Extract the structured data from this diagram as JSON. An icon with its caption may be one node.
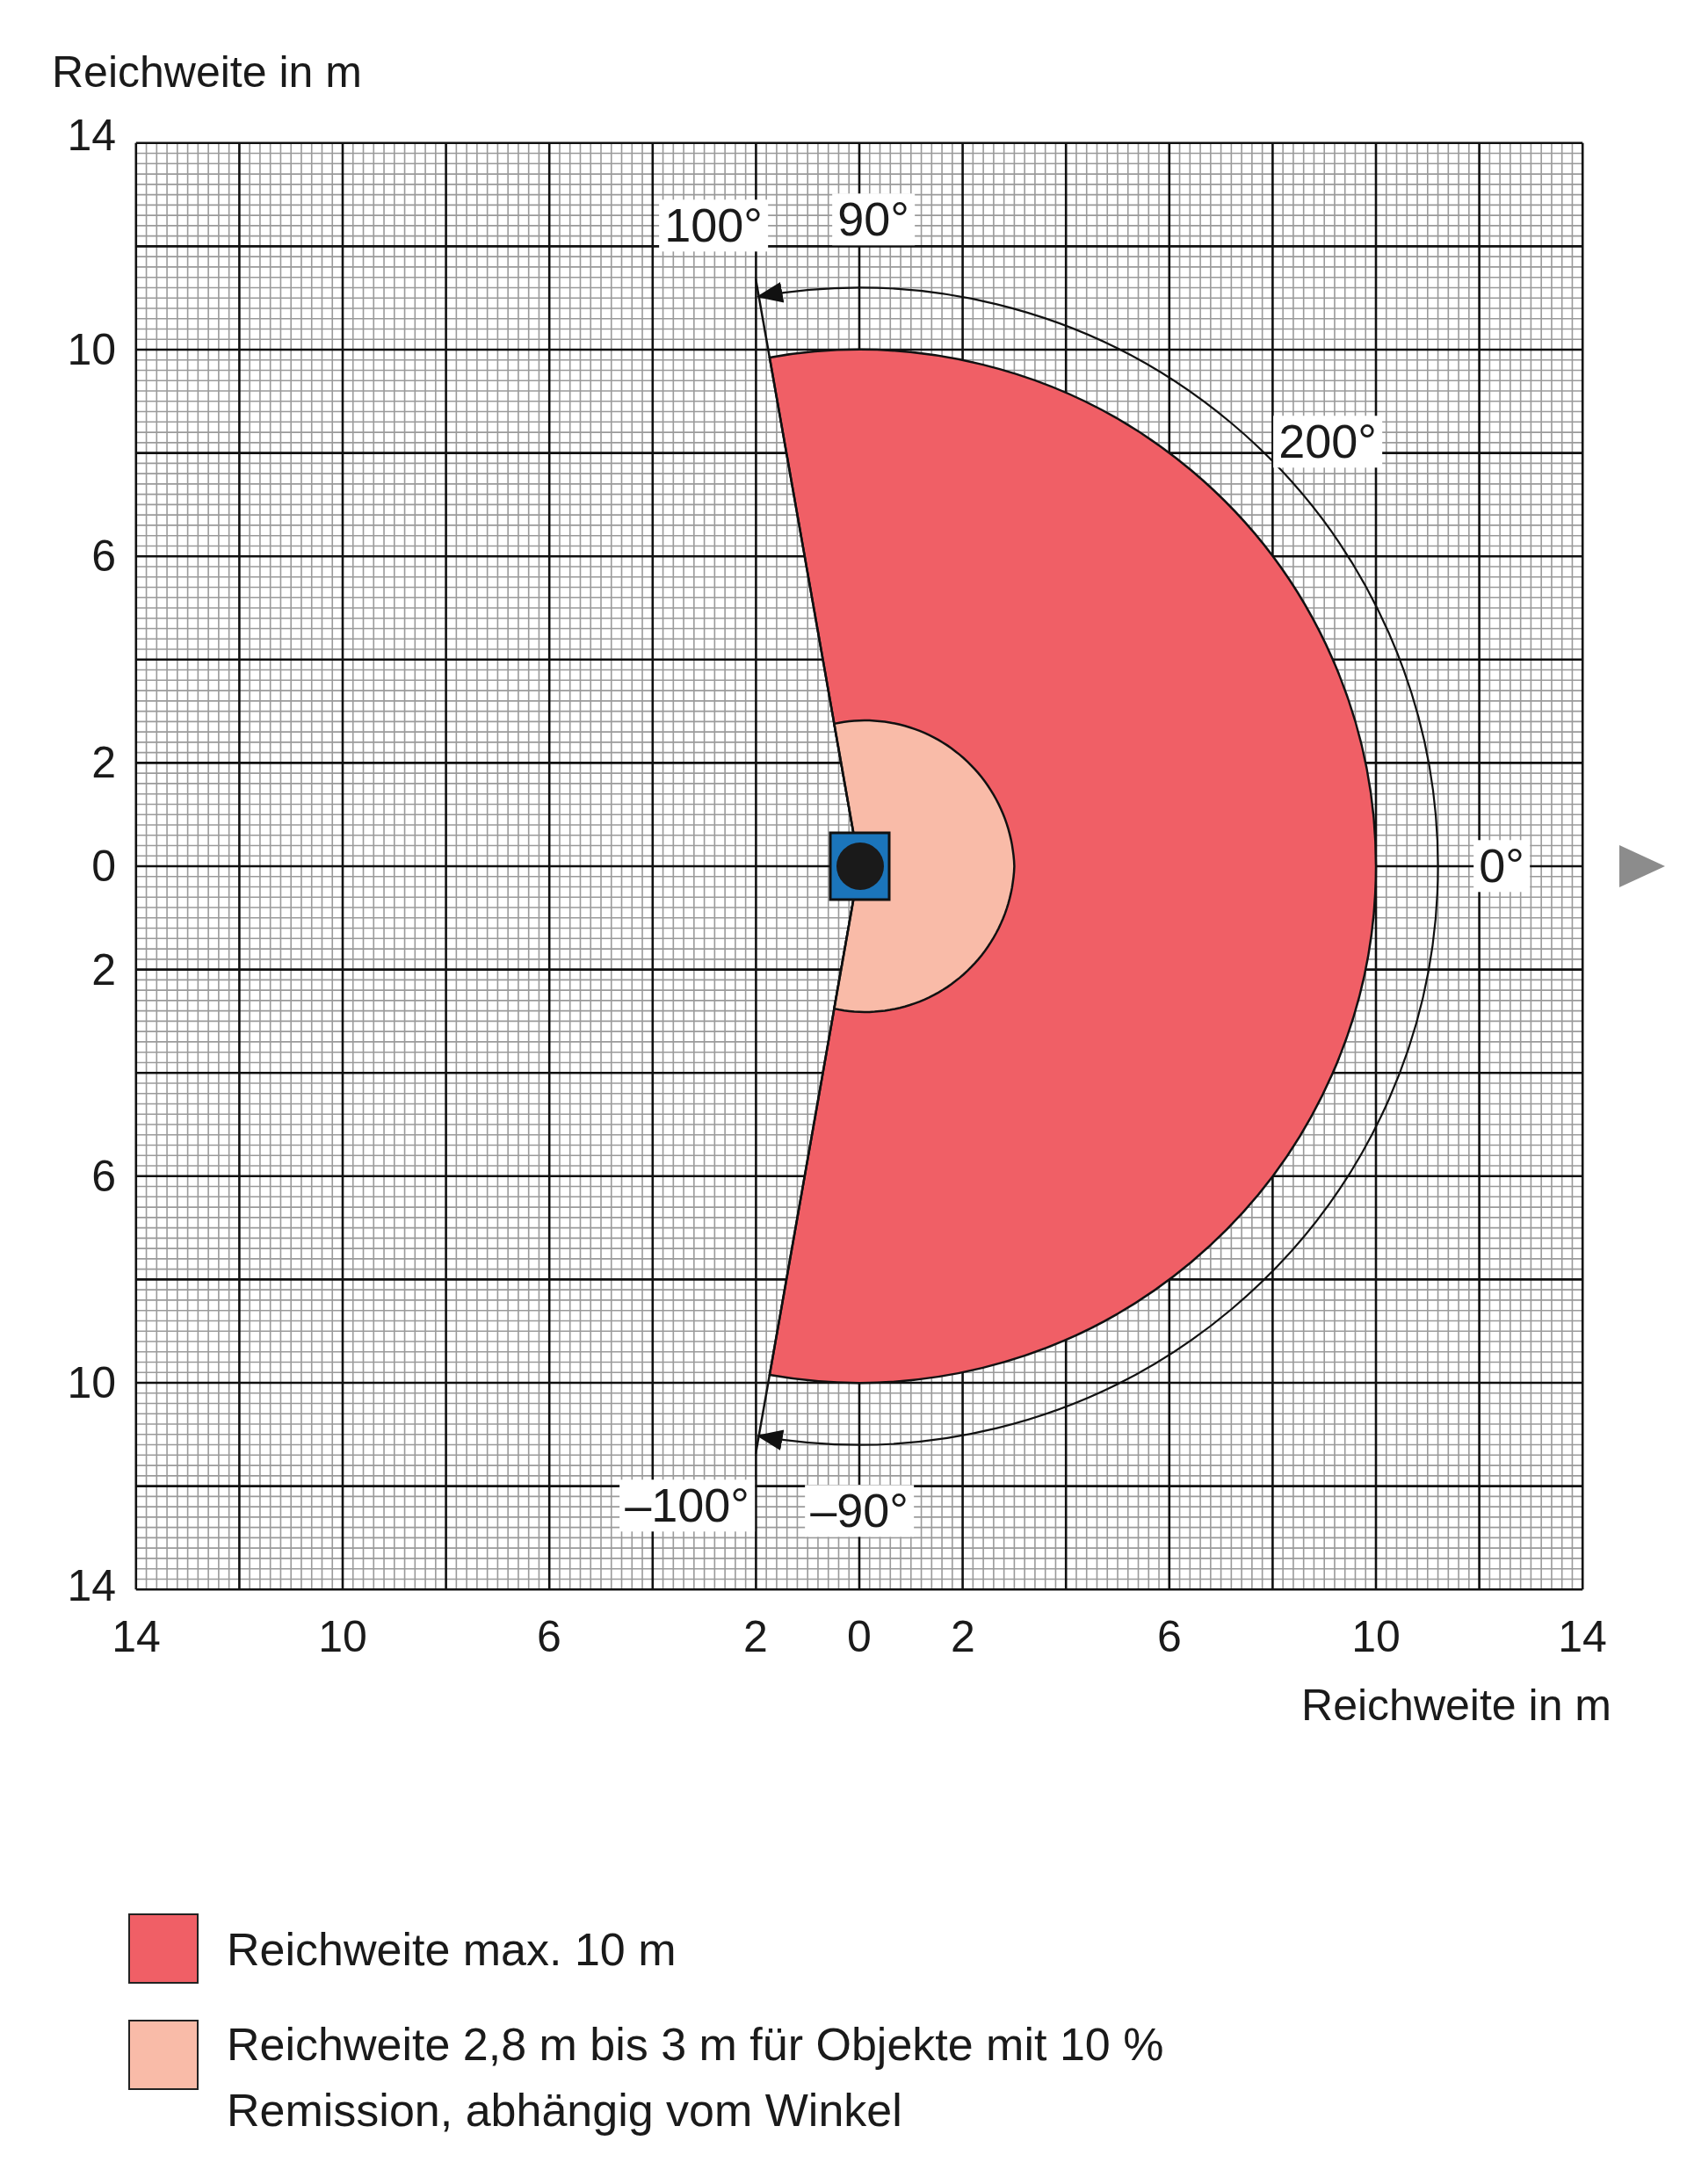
{
  "diagram": {
    "labels": [
      "Reichweite in m",
      "14",
      "100°",
      "90°",
      "10",
      "200°",
      "6",
      "2",
      "0",
      "0°",
      "2",
      "6",
      "10",
      "–100°",
      "–90°",
      "14",
      "14",
      "10",
      "6",
      "2",
      "0",
      "2",
      "6",
      "10",
      "14",
      "Reichweite in m"
    ],
    "legend": [
      {
        "text": "Reichweite max. 10 m",
        "color": "#f05f66"
      },
      {
        "text": "Reichweite 2,8 m bis 3 m für Objekte mit 10 % Remission, abhängig vom Winkel",
        "color": "#f9bba8"
      }
    ]
  }
}
